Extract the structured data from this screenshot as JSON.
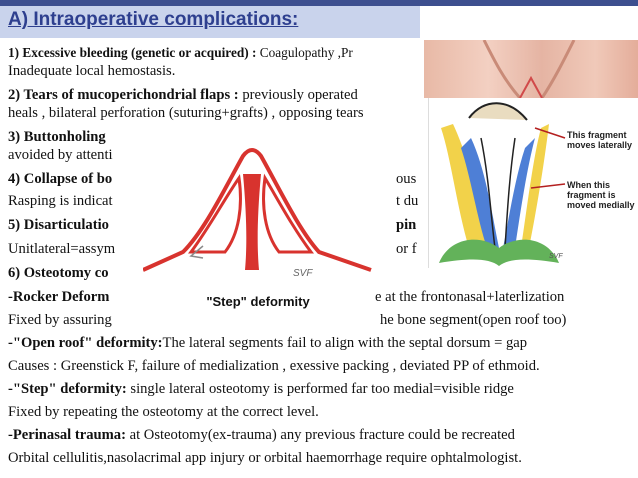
{
  "slide": {
    "title": "A) Intraoperative complications:",
    "lines": [
      {
        "bold": "1) Excessive bleeding (genetic or acquired) : ",
        "text": "Coagulopathy ,Pr",
        "small": true
      },
      {
        "bold": "",
        "text": "Inadequate local hemostasis."
      },
      {
        "bold": "2) Tears of mucoperichondrial flaps : ",
        "text": "previously operated"
      },
      {
        "bold": "",
        "text": "heals , bilateral perforation (suturing+grafts) , opposing tears"
      },
      {
        "bold": "3) Buttonholing ",
        "text": ""
      },
      {
        "bold": "",
        "text": "avoided by attenti"
      },
      {
        "bold": "4) Collapse of bo",
        "text": ""
      },
      {
        "bold": "",
        "text": "Rasping is indicat"
      },
      {
        "bold": "5) Disarticulatio",
        "text": ""
      },
      {
        "bold": "",
        "text": "Unitlateral=assym"
      },
      {
        "bold": "6) Osteotomy co",
        "text": ""
      },
      {
        "bold": "-Rocker Deform",
        "text": ""
      },
      {
        "bold": "",
        "text": "Fixed by assuring"
      },
      {
        "bold": "-\"Open roof\" deformity:",
        "text": "The lateral segments fail to align with the septal dorsum = gap"
      },
      {
        "bold": "",
        "text": "Causes : Greenstick F, failure of medialization , exessive packing , deviated PP of ethmoid."
      },
      {
        "bold": "-\"Step\" deformity: ",
        "text": "single lateral osteotomy is performed far too medial=visible ridge"
      },
      {
        "bold": "",
        "text": "Fixed by repeating the osteotomy at the correct level."
      },
      {
        "bold": "-Perinasal trauma: ",
        "text": "at Osteotomy(ex-trauma) any previous fracture could be recreated"
      },
      {
        "bold": "",
        "text": "Orbital cellulitis,nasolacrimal app injury or orbital haemorrhage require ophtalmologist."
      }
    ],
    "right_fragments": {
      "l5": "ous",
      "l8": "t du",
      "l9": "pin",
      "l10": "or f",
      "l12": "e at the frontonasal+laterlization",
      "l13": "he bone segment(open roof too)"
    }
  },
  "figure_step": {
    "caption": "\"Step\" deformity",
    "signature": "SVF"
  },
  "figure_osteotomy": {
    "label_top": "This fragment moves laterally",
    "label_bottom": "When this fragment is moved medially",
    "signature": "SVF"
  },
  "colors": {
    "title": "#2e3f8f",
    "band": "#c9d3ec",
    "bar": "#3d4f8f",
    "red_bone": "#d8332e",
    "yellow": "#f2d24a",
    "blue": "#4e7fd6",
    "green": "#63b25a"
  }
}
